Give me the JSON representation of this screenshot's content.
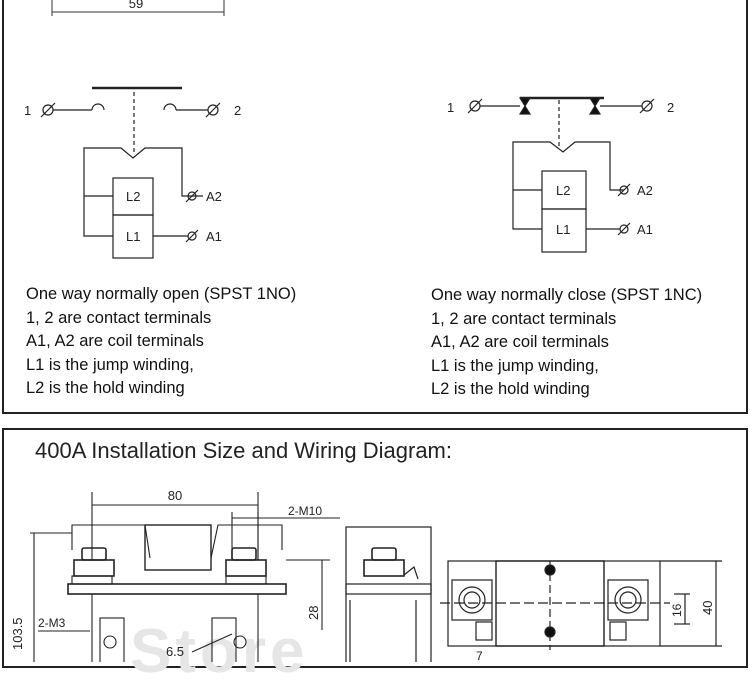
{
  "top_dimension": "59",
  "nc_terminal_1": "1",
  "nc_terminal_2": "2",
  "no_diagram": {
    "terminal_1": "1",
    "terminal_2": "2",
    "coil_upper": "L2",
    "coil_lower": "L1",
    "coil_terminal_upper": "A2",
    "coil_terminal_lower": "A1"
  },
  "nc_diagram": {
    "terminal_1": "1",
    "terminal_2": "2",
    "coil_upper": "L2",
    "coil_lower": "L1",
    "coil_terminal_upper": "A2",
    "coil_terminal_lower": "A1"
  },
  "left_description": [
    "One way normally open (SPST 1NO)",
    "1, 2 are contact terminals",
    "A1, A2 are coil terminals",
    "L1 is the jump winding,",
    "L2 is the hold winding"
  ],
  "right_description": [
    "One way normally close (SPST 1NC)",
    "1, 2 are contact terminals",
    "A1, A2 are coil terminals",
    "L1 is the jump winding,",
    "L2 is the hold winding"
  ],
  "bottom_section": {
    "title": "400A Installation Size and Wiring Diagram:",
    "dim_width": "80",
    "dim_thread": "2-M10",
    "dim_height": "103.5",
    "dim_mount_thread": "2-M3",
    "dim_terminal_height": "28",
    "dim_radius": "6.5",
    "dim_side_height": "40",
    "dim_small_height": "16",
    "dim_small_width": "7",
    "watermark": "Store"
  }
}
